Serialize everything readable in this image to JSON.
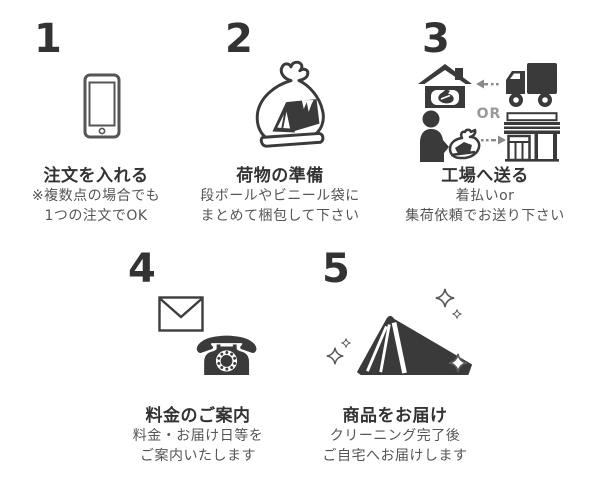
{
  "page": {
    "background": "#ffffff",
    "language": "ja"
  },
  "colors": {
    "icon_dark": "#3a3a3a",
    "title": "#333333",
    "body_text": "#555555",
    "muted": "#999999",
    "outline_gray": "#555555"
  },
  "icons": {
    "step1": "smartphone-icon",
    "step2": "laundry-bag-icon",
    "step3": [
      "house-receive-icon",
      "truck-icon",
      "person-dropoff-icon",
      "storefront-icon",
      "arrow-left-icon",
      "arrow-right-icon"
    ],
    "step4": [
      "envelope-icon",
      "telephone-icon"
    ],
    "step5": [
      "tent-icon",
      "sparkle-icon"
    ],
    "telephone_glyph": "☎"
  },
  "steps": [
    {
      "number": "1",
      "title": "注文を入れる",
      "lines": [
        "※複数点の場合でも",
        "1つの注文でOK"
      ]
    },
    {
      "number": "2",
      "title": "荷物の準備",
      "lines": [
        "段ボールやビニール袋に",
        "まとめて梱包して下さい"
      ]
    },
    {
      "number": "3",
      "title": "工場へ送る",
      "lines": [
        "着払いor",
        "集荷依頼でお送り下さい"
      ],
      "or_label": "OR"
    },
    {
      "number": "4",
      "title": "料金のご案内",
      "lines": [
        "料金・お届け日等を",
        "ご案内いたします"
      ]
    },
    {
      "number": "5",
      "title": "商品をお届け",
      "lines": [
        "クリーニング完了後",
        "ご自宅へお届けします"
      ]
    }
  ]
}
